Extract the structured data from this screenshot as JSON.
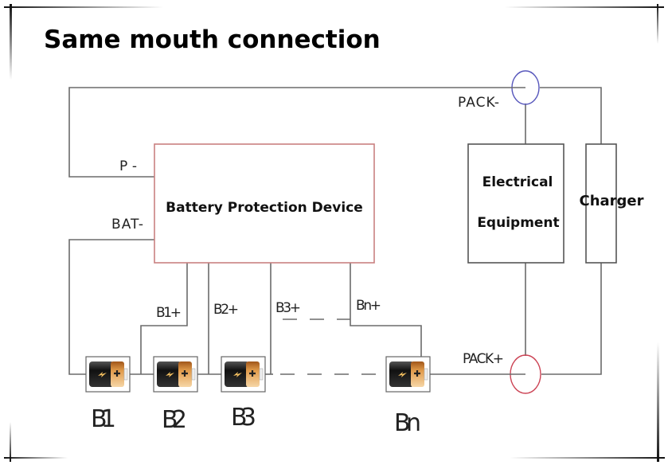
{
  "title": "Same mouth connection",
  "device": {
    "label": "Battery Protection Device"
  },
  "terminals": {
    "p_minus": "P-",
    "bat_minus": "BAT-",
    "pack_minus": "PACK-",
    "pack_plus": "PACK+"
  },
  "taps": [
    "B1+",
    "B2+",
    "B3+",
    "Bn+"
  ],
  "batteries": [
    {
      "label": "B1",
      "icon": "battery-icon"
    },
    {
      "label": "B2",
      "icon": "battery-icon"
    },
    {
      "label": "B3",
      "icon": "battery-icon"
    },
    {
      "label": "Bn",
      "icon": "battery-icon"
    }
  ],
  "loads": {
    "electrical_line1": "Electrical",
    "electrical_line2": "Equipment",
    "charger": "Charger"
  },
  "colors": {
    "device_border": "#c98080",
    "pack_minus_ring": "#5555bb",
    "pack_plus_ring": "#cc4455",
    "wire": "#6b6b6b"
  }
}
